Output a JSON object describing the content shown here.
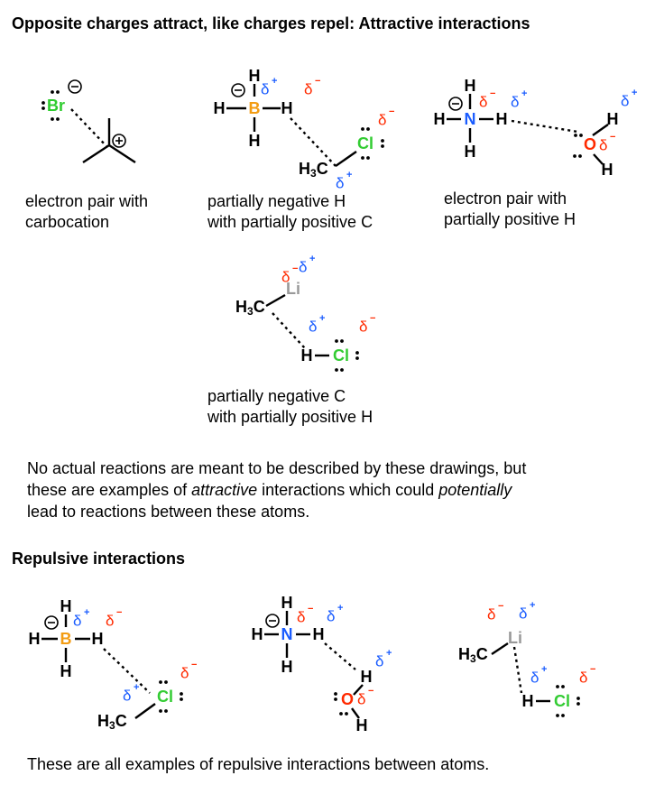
{
  "colors": {
    "bromine": "#2ecc2e",
    "chlorine": "#33cc33",
    "boron": "#f39c12",
    "nitrogen": "#1a5cff",
    "oxygen": "#ff2a00",
    "lithium": "#999999",
    "delta_negative": "#ff2a00",
    "delta_positive": "#1a5cff"
  },
  "icons": {
    "negative_charge": "circled-minus",
    "positive_charge": "circled-plus"
  },
  "attractive": {
    "heading": "Opposite charges attract, like charges repel: Attractive interactions",
    "captions": {
      "carbocation": [
        "electron pair with",
        "carbocation"
      ],
      "borohydride": [
        "partially negative H",
        "with partially positive C"
      ],
      "ammonia_water": [
        "electron pair with",
        "partially positive H"
      ],
      "methyllithium": [
        "partially negative C",
        "with partially positive H"
      ]
    },
    "paragraph": {
      "line1": "No actual reactions are meant to be described by these drawings, but",
      "line2_a": "these are examples of ",
      "line2_em1": "attractive",
      "line2_b": " interactions which could ",
      "line2_em2": "potentially",
      "line3": "lead to reactions between these atoms."
    }
  },
  "repulsive": {
    "heading": "Repulsive interactions",
    "caption": "These are all examples of repulsive interactions between atoms."
  },
  "labels": {
    "Br": "Br",
    "Cl": "Cl",
    "B": "B",
    "N": "N",
    "O": "O",
    "Li": "Li",
    "H": "H",
    "C": "C",
    "H3": "H",
    "sub3": "3",
    "delta": "δ",
    "minus": "−",
    "plus": "+"
  }
}
